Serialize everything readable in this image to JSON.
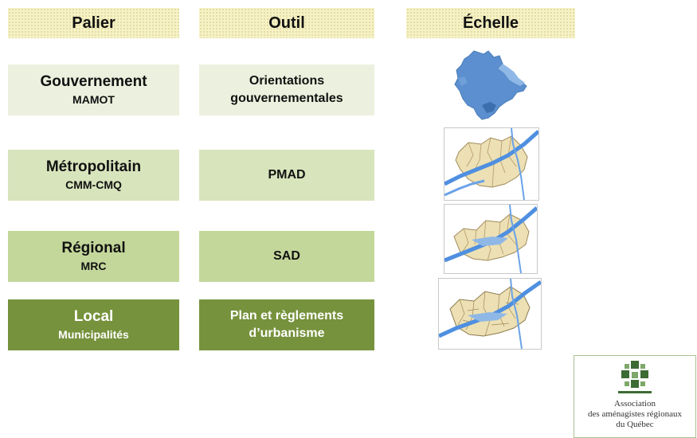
{
  "headers": {
    "palier": "Palier",
    "outil": "Outil",
    "echelle": "Échelle"
  },
  "rows": [
    {
      "palier": "Gouvernement",
      "palier_sub": "MAMOT",
      "outil": [
        "Orientations",
        "gouvernementales"
      ],
      "color": "#ebf1de"
    },
    {
      "palier": "Métropolitain",
      "palier_sub": "CMM-CMQ",
      "outil": [
        "PMAD"
      ],
      "color": "#d8e4bc"
    },
    {
      "palier": "Régional",
      "palier_sub": "MRC",
      "outil": [
        "SAD"
      ],
      "color": "#c4d79b"
    },
    {
      "palier": "Local",
      "palier_sub": "Municipalités",
      "outil": [
        "Plan et règlements",
        "d’urbanisme"
      ],
      "color": "#76923c"
    }
  ],
  "maps": [
    "quebec-province-map",
    "metropolitan-area-map",
    "regional-mrc-map",
    "local-municipalities-map"
  ],
  "logo": {
    "lines": [
      "Association",
      "des aménagistes régionaux",
      "du Québec"
    ],
    "icon": "aarq-logo-icon"
  }
}
